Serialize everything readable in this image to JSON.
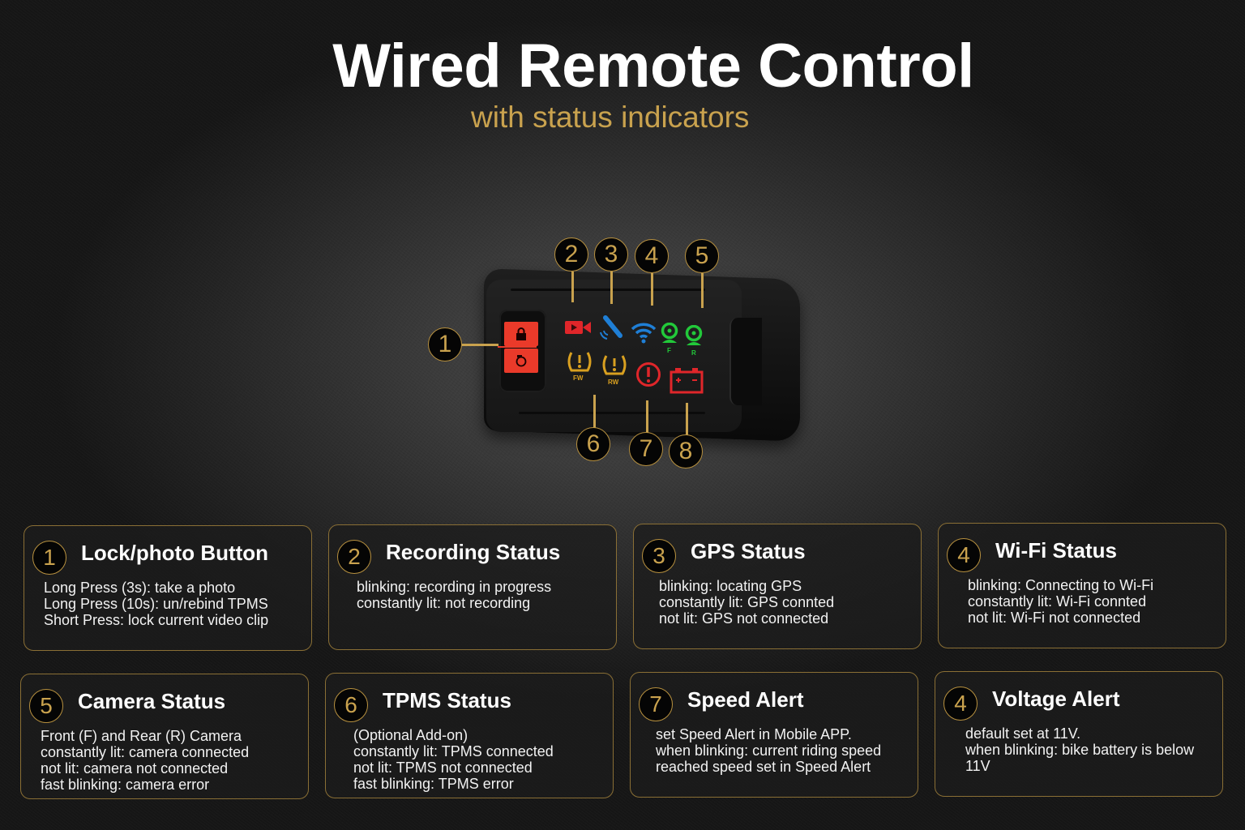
{
  "header": {
    "title": "Wired Remote Control",
    "subtitle": "with status indicators"
  },
  "colors": {
    "accent_gold": "#c9a24e",
    "led_red": "#e0262a",
    "led_blue": "#1f7fd6",
    "led_green": "#22c93a",
    "led_amber": "#d9a020",
    "button_red": "#ea3a2a"
  },
  "device": {
    "button_icons": [
      "lock-icon",
      "camera-icon"
    ],
    "leds": [
      {
        "name": "recording-led",
        "icon": "video-camera-icon",
        "color": "red"
      },
      {
        "name": "gps-led",
        "icon": "satellite-icon",
        "color": "blue"
      },
      {
        "name": "wifi-led",
        "icon": "wifi-icon",
        "color": "blue"
      },
      {
        "name": "front-camera-led",
        "icon": "webcam-icon",
        "color": "green",
        "label": "F"
      },
      {
        "name": "rear-camera-led",
        "icon": "webcam-icon",
        "color": "green",
        "label": "R"
      },
      {
        "name": "tpms-front-led",
        "icon": "tire-pressure-icon",
        "color": "amber",
        "label": "FW"
      },
      {
        "name": "tpms-rear-led",
        "icon": "tire-pressure-icon",
        "color": "amber",
        "label": "RW"
      },
      {
        "name": "speed-alert-led",
        "icon": "exclamation-circle-icon",
        "color": "red"
      },
      {
        "name": "voltage-alert-led",
        "icon": "battery-icon",
        "color": "red"
      }
    ],
    "callouts": [
      "1",
      "2",
      "3",
      "4",
      "5",
      "6",
      "7",
      "8"
    ]
  },
  "cards": [
    {
      "number": "1",
      "title": "Lock/photo Button",
      "lines": [
        "Long Press (3s): take a photo",
        "Long Press (10s): un/rebind TPMS",
        "Short Press: lock current video clip"
      ]
    },
    {
      "number": "2",
      "title": "Recording Status",
      "lines": [
        "blinking: recording in progress",
        "constantly lit: not recording"
      ]
    },
    {
      "number": "3",
      "title": "GPS Status",
      "lines": [
        "blinking: locating GPS",
        "constantly lit: GPS connted",
        "not lit: GPS not connected"
      ]
    },
    {
      "number": "4",
      "title": "Wi-Fi Status",
      "lines": [
        "blinking: Connecting to Wi-Fi",
        "constantly lit: Wi-Fi connted",
        "not lit: Wi-Fi not connected"
      ]
    },
    {
      "number": "5",
      "title": "Camera Status",
      "lines": [
        "Front (F) and Rear (R) Camera",
        "constantly lit: camera connected",
        "not lit: camera not connected",
        "fast blinking: camera error"
      ]
    },
    {
      "number": "6",
      "title": "TPMS Status",
      "lines": [
        "(Optional Add-on)",
        "constantly lit: TPMS connected",
        "not lit: TPMS not connected",
        "fast blinking: TPMS error"
      ]
    },
    {
      "number": "7",
      "title": "Speed Alert",
      "lines": [
        "set Speed Alert in Mobile APP.",
        "when blinking: current riding speed",
        "reached speed set in Speed Alert"
      ]
    },
    {
      "number": "4",
      "title": "Voltage Alert",
      "lines": [
        "default set at 11V.",
        "when blinking: bike battery is below",
        "11V"
      ]
    }
  ]
}
